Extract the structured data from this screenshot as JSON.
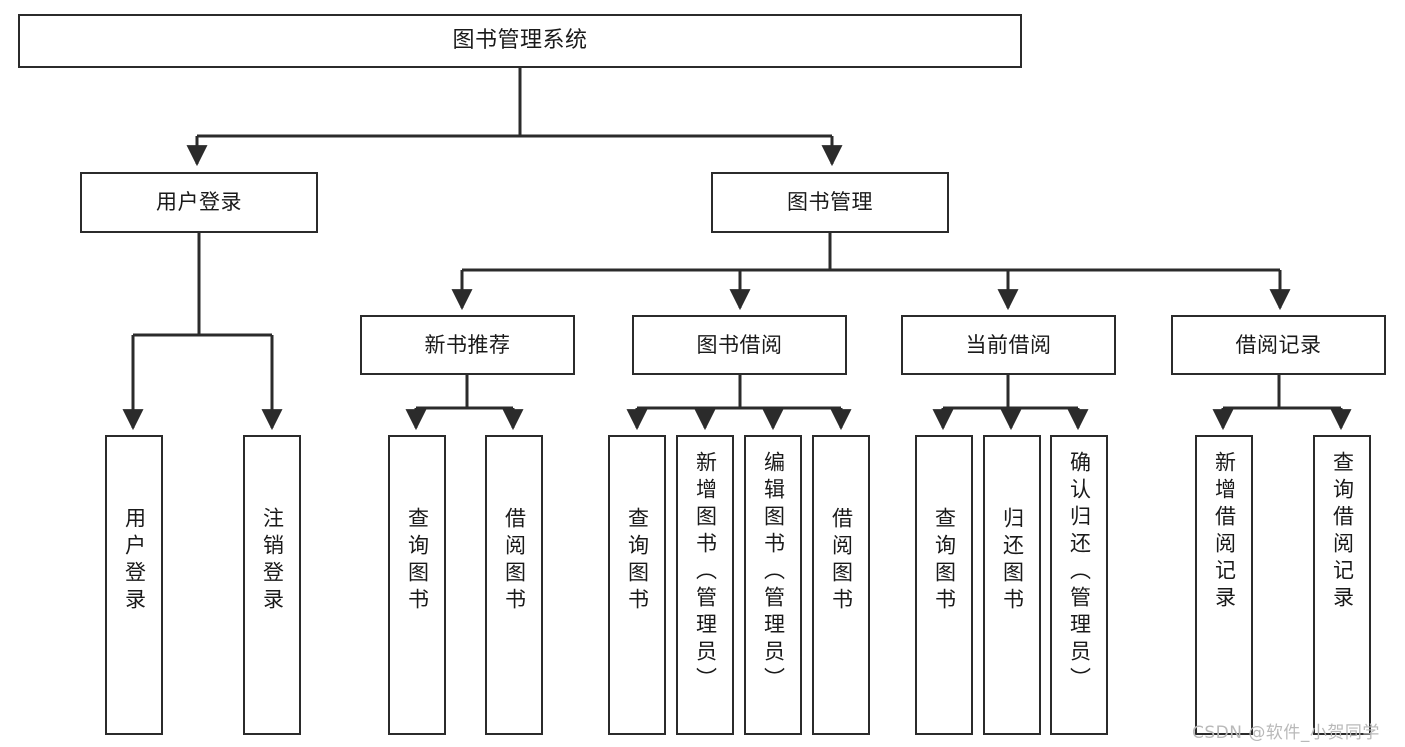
{
  "diagram": {
    "title": "图书管理系统",
    "type": "tree-hierarchy",
    "root": {
      "label": "图书管理系统"
    },
    "level1": [
      {
        "label": "用户登录"
      },
      {
        "label": "图书管理"
      }
    ],
    "level2": [
      {
        "label": "新书推荐",
        "parent": "图书管理"
      },
      {
        "label": "图书借阅",
        "parent": "图书管理"
      },
      {
        "label": "当前借阅",
        "parent": "图书管理"
      },
      {
        "label": "借阅记录",
        "parent": "图书管理"
      }
    ],
    "leaves": {
      "user_login": [
        {
          "label": "用户登录"
        },
        {
          "label": "注销登录"
        }
      ],
      "new_book_recommend": [
        {
          "label": "查询图书"
        },
        {
          "label": "借阅图书"
        }
      ],
      "book_borrow": [
        {
          "label": "查询图书"
        },
        {
          "label": "新增图书（管理员）"
        },
        {
          "label": "编辑图书（管理员）"
        },
        {
          "label": "借阅图书"
        }
      ],
      "current_borrow": [
        {
          "label": "查询图书"
        },
        {
          "label": "归还图书"
        },
        {
          "label": "确认归还（管理员）"
        }
      ],
      "borrow_records": [
        {
          "label": "新增借阅记录"
        },
        {
          "label": "查询借阅记录"
        }
      ]
    }
  },
  "watermark": {
    "text": "CSDN @软件_小贺同学"
  },
  "colors": {
    "stroke": "#2b2b2b",
    "fill": "#ffffff",
    "text": "#1a1a1a",
    "watermark": "#b9b9b9"
  }
}
